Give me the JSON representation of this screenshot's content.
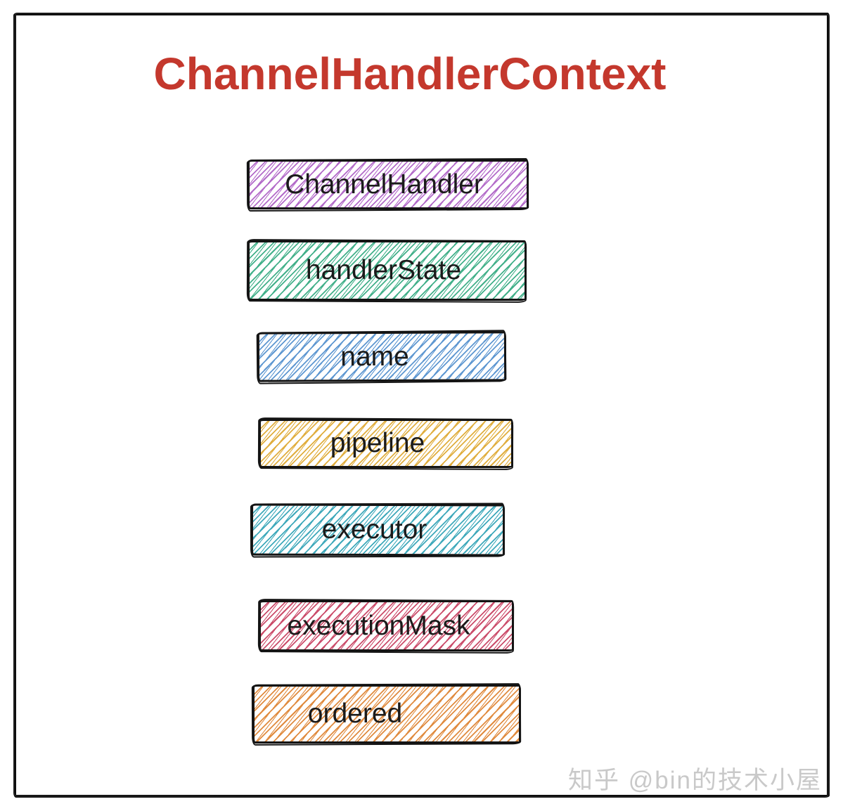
{
  "title": {
    "text": "ChannelHandlerContext",
    "color": "#c4382d"
  },
  "watermark": {
    "text": "知乎 @bin的技术小屋",
    "color": "#c9c9c9"
  },
  "diagram": {
    "fields": [
      {
        "label": "ChannelHandler",
        "color": "#b36cc9"
      },
      {
        "label": "handlerState",
        "color": "#43b08a"
      },
      {
        "label": "name",
        "color": "#5e97d1"
      },
      {
        "label": "pipeline",
        "color": "#e0ae3f"
      },
      {
        "label": "executor",
        "color": "#3fa9bb"
      },
      {
        "label": "executionMask",
        "color": "#cb4d6b"
      },
      {
        "label": "ordered",
        "color": "#e08b3f"
      }
    ]
  }
}
